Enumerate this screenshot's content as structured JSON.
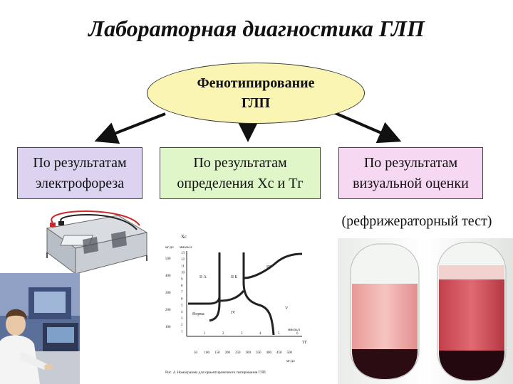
{
  "title": "Лабораторная диагностика ГЛП",
  "ellipse": {
    "line1": "Фенотипирование",
    "line2": "ГЛП"
  },
  "boxes": {
    "left": {
      "line1": "По результатам",
      "line2": "электрофореза"
    },
    "middle": {
      "line1": "По результатам",
      "line2": "определения Хс и Тг"
    },
    "right": {
      "line1": "По результатам",
      "line2": "визуальной оценки"
    }
  },
  "note": "(рефрижераторный тест)",
  "colors": {
    "ellipse_fill": "#fbf5b4",
    "box_left_fill": "#dcd3f0",
    "box_middle_fill": "#dff6c8",
    "box_right_fill": "#f7d8f2",
    "tube_liquid_left": "#f2b3b0",
    "tube_liquid_right": "#d95a62"
  },
  "nomogram": {
    "y_unit_top": "Хс",
    "y_unit_mg": "мг/дл",
    "y_unit_mmol": "ммоль/л",
    "x_unit_top": "ммоль/л",
    "x_unit_tg": "ТГ",
    "x_unit_mg": "мг/дл",
    "y_ticks_mg": [
      "500",
      "400",
      "300",
      "200",
      "100"
    ],
    "y_ticks_mmol": [
      "13",
      "12",
      "11",
      "10",
      "9",
      "8",
      "7",
      "6",
      "5",
      "4",
      "3",
      "2",
      "1"
    ],
    "x_ticks_mmol": [
      "1",
      "2",
      "3",
      "4",
      "5",
      "6"
    ],
    "x_ticks_mg": [
      "50",
      "100",
      "150",
      "200",
      "250",
      "300",
      "350",
      "400",
      "450",
      "500"
    ],
    "regions": [
      "II А",
      "II Б",
      "III",
      "Норма",
      "IV",
      "V"
    ],
    "caption": "Рис. 4. Номограмма для ориентировочного типирования ГЛП"
  }
}
